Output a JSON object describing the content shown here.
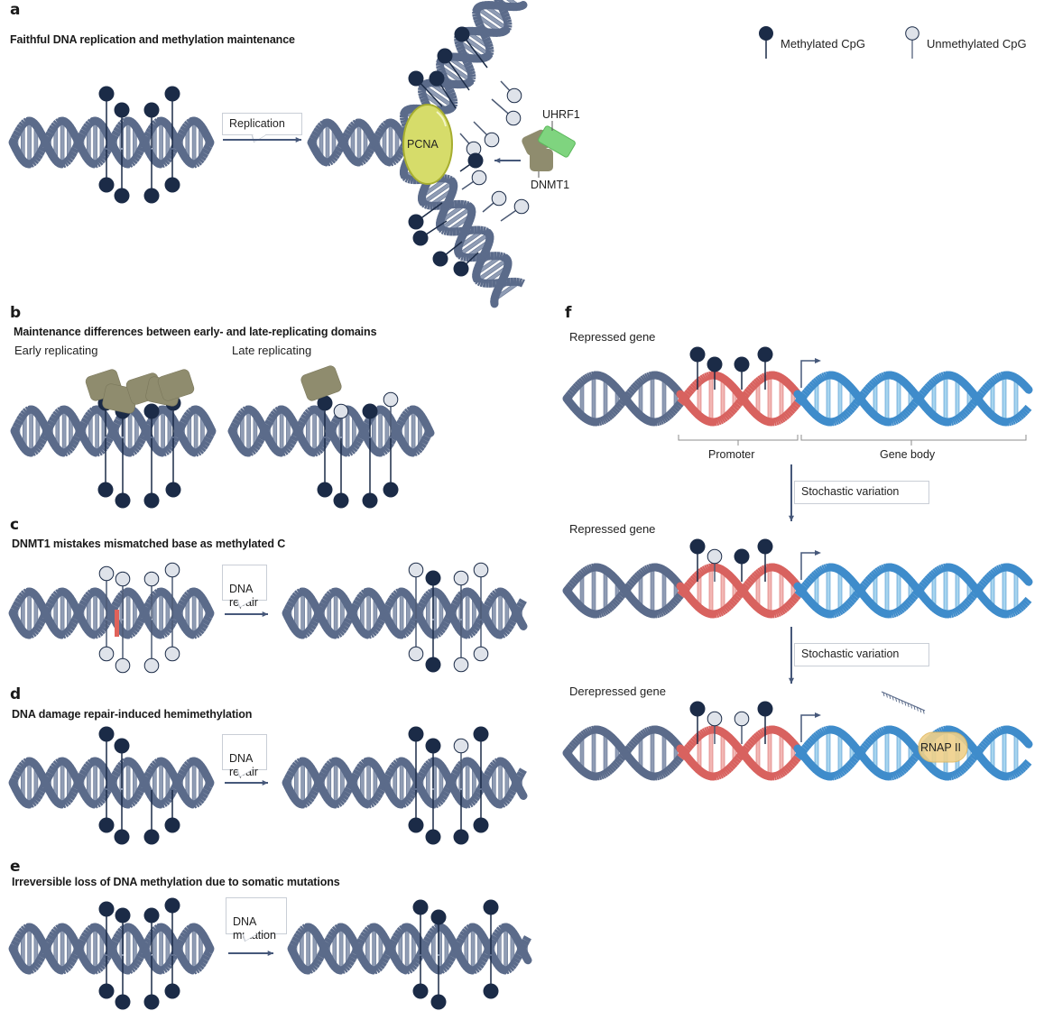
{
  "legend": {
    "methylated_label": "Methylated CpG",
    "unmethylated_label": "Unmethylated CpG",
    "methylated_icon": "methylated-cpg-icon",
    "unmethylated_icon": "unmethylated-cpg-icon"
  },
  "colors": {
    "helix_front": "#5b6b8a",
    "helix_back": "#8a97b1",
    "promoter_front": "#d8625f",
    "promoter_back": "#f2b5b2",
    "genebody_front": "#3f8ccb",
    "genebody_back": "#a3d3ef",
    "methylated": "#1b2b47",
    "unmethylated": "#dfe3ea",
    "pcna": "#d6dc6a",
    "dnmt1": "#8f8c6e",
    "uhrf1": "#7fd47f",
    "rnap": "#efd08a",
    "mismatch": "#e0625a"
  },
  "panels": {
    "a": {
      "letter": "a",
      "title": "Faithful DNA replication and methylation maintenance",
      "arrow_label": "Replication",
      "pcna_label": "PCNA",
      "uhrf1_label": "UHRF1",
      "dnmt1_label": "DNMT1",
      "before": {
        "top": [
          "m",
          "m",
          "m",
          "m"
        ],
        "bottom": [
          "m",
          "m",
          "m",
          "m"
        ]
      },
      "fork_upper": {
        "parent": [
          "m",
          "m",
          "m",
          "m"
        ],
        "daughter": [
          "u",
          "u",
          "u",
          "u"
        ]
      },
      "fork_lower": {
        "parent": [
          "m",
          "m",
          "m",
          "m"
        ],
        "daughter": [
          "m",
          "u",
          "u",
          "u"
        ]
      }
    },
    "b": {
      "letter": "b",
      "title": "Maintenance differences between early- and late-replicating domains",
      "early_label": "Early replicating",
      "late_label": "Late replicating",
      "early": {
        "top": [
          "m",
          "m",
          "m",
          "m"
        ],
        "bottom": [
          "m",
          "m",
          "m",
          "m"
        ]
      },
      "late": {
        "top": [
          "m",
          "u",
          "m",
          "u"
        ],
        "bottom": [
          "m",
          "m",
          "m",
          "m"
        ]
      }
    },
    "c": {
      "letter": "c",
      "title": "DNMT1 mistakes mismatched base as methylated C",
      "arrow_label": "DNA\nrepair",
      "before": {
        "top": [
          "u",
          "u",
          "u",
          "u"
        ],
        "bottom": [
          "u",
          "u",
          "u",
          "u"
        ]
      },
      "after": {
        "top": [
          "u",
          "m",
          "u",
          "u"
        ],
        "bottom": [
          "u",
          "m",
          "u",
          "u"
        ]
      }
    },
    "d": {
      "letter": "d",
      "title": "DNA damage repair-induced hemimethylation",
      "arrow_label": "DNA\nrepair",
      "before": {
        "top": [
          "m",
          "m",
          null,
          null
        ],
        "bottom": [
          "m",
          "m",
          "m",
          "m"
        ]
      },
      "after": {
        "top": [
          "m",
          "m",
          "u",
          "m"
        ],
        "bottom": [
          "m",
          "m",
          "m",
          "m"
        ]
      }
    },
    "e": {
      "letter": "e",
      "title": "Irreversible loss of DNA methylation due to somatic mutations",
      "arrow_label": "DNA\nmutation",
      "before": {
        "top": [
          "m",
          "m",
          "m",
          "m"
        ],
        "bottom": [
          "m",
          "m",
          "m",
          "m"
        ]
      },
      "after": {
        "top": [
          "m",
          "m",
          null,
          "m"
        ],
        "bottom": [
          "m",
          "m",
          null,
          "m"
        ]
      }
    },
    "f": {
      "letter": "f",
      "promoter_label": "Promoter",
      "gene_body_label": "Gene body",
      "step_label": "Stochastic variation",
      "rnap_label": "RNAP II",
      "states": [
        {
          "label": "Repressed gene",
          "cpg": [
            "m",
            "m",
            "m",
            "m"
          ]
        },
        {
          "label": "Repressed gene",
          "cpg": [
            "m",
            "u",
            "m",
            "m"
          ]
        },
        {
          "label": "Derepressed gene",
          "cpg": [
            "m",
            "u",
            "u",
            "m"
          ]
        }
      ]
    }
  }
}
